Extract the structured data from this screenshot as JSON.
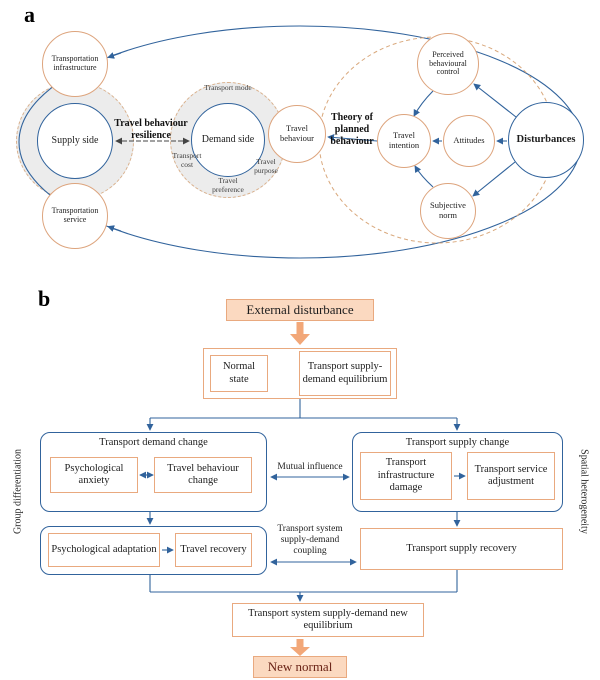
{
  "figure": {
    "panel_a": {
      "label": "a",
      "titles": {
        "travel_behaviour_resilience": "Travel behaviour resilience",
        "theory_of_planned_behaviour": "Theory of planned behaviour"
      },
      "circles": {
        "transportation_infrastructure": "Transportation infrastructure",
        "supply_side": "Supply side",
        "transportation_service": "Transportation service",
        "demand_side": "Demand side",
        "travel_behaviour": "Travel behaviour",
        "perceived_behavioural_control": "Perceived behavioural control",
        "travel_intention": "Travel intention",
        "attitudes": "Attitudes",
        "subjective_norm": "Subjective norm",
        "disturbances": "Disturbances"
      },
      "demand_factors": {
        "transport_mode": "Transport mode",
        "transport_cost": "Transport cost",
        "travel_preference": "Travel preference",
        "travel_purpose": "Travel purpose"
      }
    },
    "panel_b": {
      "label": "b",
      "nodes": {
        "external_disturbance": "External disturbance",
        "normal_state": "Normal state",
        "supply_demand_equilibrium": "Transport supply-demand equilibrium",
        "transport_demand_change": "Transport demand change",
        "psychological_anxiety": "Psychological anxiety",
        "travel_behaviour_change": "Travel behaviour change",
        "transport_supply_change": "Transport supply change",
        "transport_infrastructure_damage": "Transport infrastructure damage",
        "transport_service_adjustment": "Transport service adjustment",
        "mutual_influence": "Mutual influence",
        "psychological_adaptation": "Psychological adaptation",
        "travel_recovery": "Travel recovery",
        "supply_demand_coupling": "Transport system supply-demand coupling",
        "transport_supply_recovery": "Transport supply recovery",
        "new_equilibrium": "Transport system supply-demand new equilibrium",
        "new_normal": "New normal"
      },
      "side_labels": {
        "group_differentiation": "Group differentiation",
        "spatial_heterogeneity": "Spatial heterogeneity"
      }
    },
    "colors": {
      "blue_line": "#31639c",
      "orange_border": "#e9a97f",
      "peach_fill": "#fbd9c0",
      "thick_arrow": "#f2a778"
    }
  }
}
